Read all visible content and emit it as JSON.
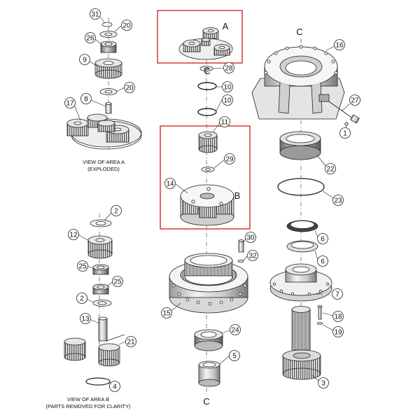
{
  "callouts": {
    "c31": "31",
    "c20a": "20",
    "c26": "26",
    "c9": "9",
    "c20b": "20",
    "c8": "8",
    "c17": "17",
    "c28": "28",
    "c10a": "10",
    "c10b": "10",
    "c11": "11",
    "c29": "29",
    "c14": "14",
    "c2a": "2",
    "c12": "12",
    "c25a": "25",
    "c25b": "25",
    "c2b": "2",
    "c13": "13",
    "c21": "21",
    "c4": "4",
    "c30": "30",
    "c32": "32",
    "c15": "15",
    "c24": "24",
    "c5": "5",
    "c16": "16",
    "c27": "27",
    "c1": "1",
    "c22": "22",
    "c23": "23",
    "c6a": "6",
    "c6b": "6",
    "c7": "7",
    "c18": "18",
    "c19": "19",
    "c3": "3"
  },
  "letters": {
    "area_a": "A",
    "area_b": "B",
    "c_top_center": "C",
    "c_top_right": "C",
    "c_bottom": "C"
  },
  "captions": {
    "view_a_line1": "VIEW OF AREA A",
    "view_a_line2": "(EXPLODED)",
    "view_b_line1": "VIEW OF AREA B",
    "view_b_line2": "(PARTS REMOVED FOR CLARITY)"
  },
  "colors": {
    "highlight_box": "#d42a2a",
    "line": "#222222",
    "part_fill": "#dcdcdc",
    "part_dark": "#8a8a8a"
  }
}
